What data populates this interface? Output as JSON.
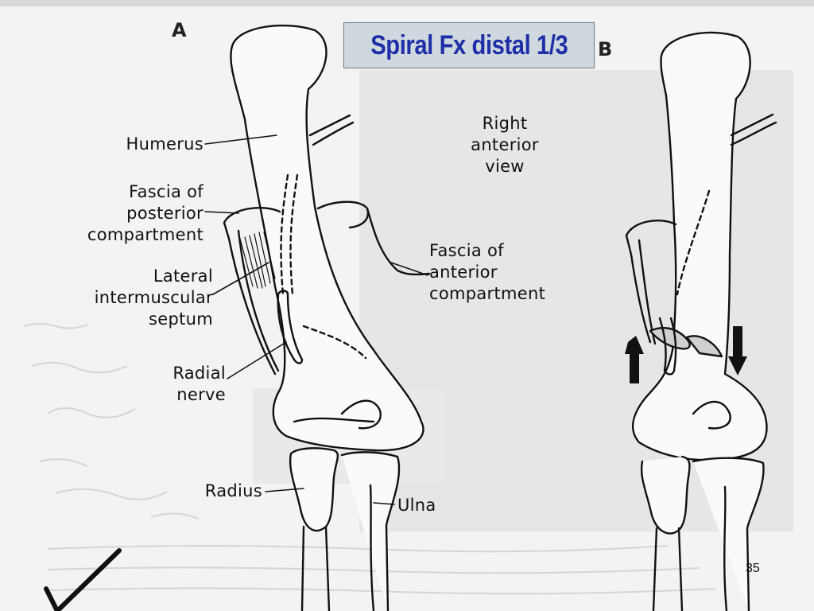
{
  "slide": {
    "title": "Spiral Fx distal 1/3",
    "page_number": "35"
  },
  "figure": {
    "panel_a_letter": "A",
    "panel_b_letter": "B",
    "labels": {
      "humerus": "Humerus",
      "fascia_posterior_line1": "Fascia of",
      "fascia_posterior_line2": "posterior",
      "fascia_posterior_line3": "compartment",
      "lateral_septum_line1": "Lateral",
      "lateral_septum_line2": "intermuscular",
      "lateral_septum_line3": "septum",
      "radial_nerve_line1": "Radial",
      "radial_nerve_line2": "nerve",
      "radius": "Radius",
      "ulna": "Ulna",
      "view_line1": "Right",
      "view_line2": "anterior",
      "view_line3": "view",
      "fascia_anterior_line1": "Fascia of",
      "fascia_anterior_line2": "anterior",
      "fascia_anterior_line3": "compartment"
    }
  },
  "colors": {
    "title_text": "#1f2fa8",
    "title_box": "#cfd8de",
    "ink": "#111111"
  }
}
